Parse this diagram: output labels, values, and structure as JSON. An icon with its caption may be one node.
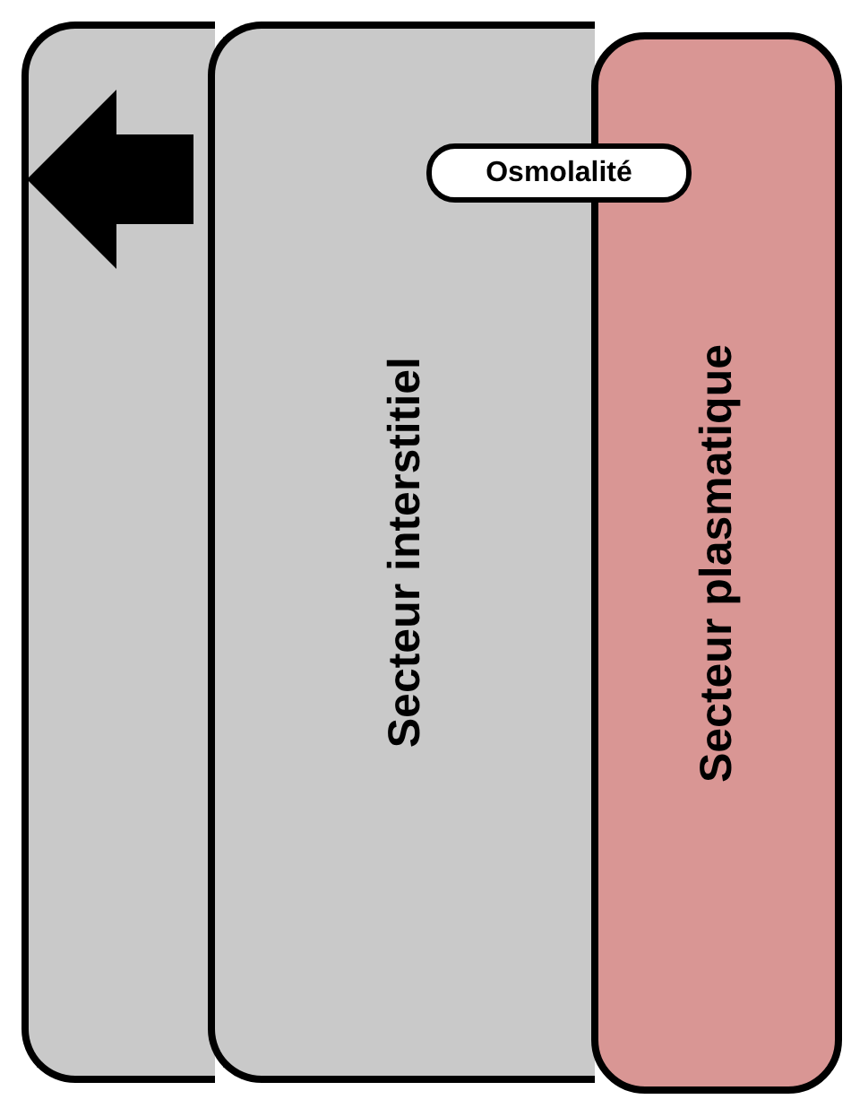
{
  "diagram": {
    "nodes": [
      {
        "text": [],
        "shape": "box"
      },
      {
        "text": [
          "Secteur interstitiel"
        ]
      },
      {
        "text": [
          "Secteur plasmatique"
        ]
      },
      {
        "text": [
          "Osmolalité"
        ]
      }
    ]
  }
}
